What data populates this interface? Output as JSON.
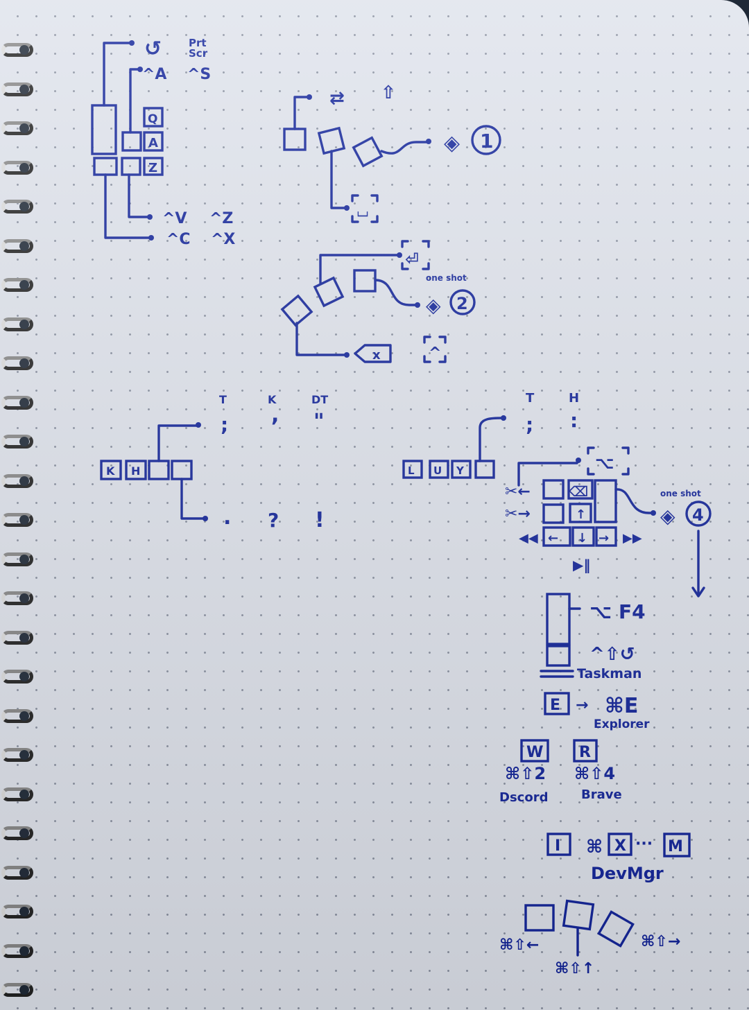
{
  "labels": {
    "undo": "↺",
    "prtscr_1": "Prt",
    "prtscr_2": "Scr",
    "ctrl_a": "^A",
    "ctrl_s": "^S",
    "key_q": "Q",
    "key_a": "A",
    "key_z": "Z",
    "ctrl_v": "^V",
    "ctrl_z": "^Z",
    "ctrl_c": "^C",
    "ctrl_x": "^X",
    "tab_icon": "⇄",
    "shift_icon": "⇧",
    "layer_one": "1",
    "enter_icon": "⏎",
    "oneshot_1": "one shot",
    "layer_two": "2",
    "backspace_x": "x",
    "caret": "^",
    "tap_t": "T",
    "tap_k": "K",
    "tap_dt": "DT",
    "semicolon": ";",
    "comma": ",",
    "dquote": "\"",
    "key_k": "K",
    "key_h": "H",
    "period": ".",
    "question": "?",
    "exclaim": "!",
    "tap_t2": "T",
    "tap_h2": "H",
    "semicolon2": ";",
    "colon": ":",
    "key_l": "L",
    "key_u": "U",
    "key_y": "Y",
    "opt_icon": "⌥",
    "oneshot_2": "one shot",
    "layer_four": "4",
    "rewind": "◀◀",
    "ffwd": "▶▶",
    "playpause": "▶‖",
    "opt_f4": "⌥ F4",
    "ctrl_shift_undo": "^⇧↺",
    "taskman": "Taskman",
    "key_e": "E",
    "arrow": "→",
    "cmd_e": "⌘E",
    "explorer": "Explorer",
    "key_w": "W",
    "key_r": "R",
    "cmd_shift_2": "⌘⇧2",
    "cmd_shift_4": "⌘⇧4",
    "discord": "Dscord",
    "brave": "Brave",
    "key_i": "I",
    "cmd_x": "⌘",
    "key_x": "X",
    "ellipsis": "···",
    "key_m": "M",
    "devmgr": "DevMgr",
    "cmd_shift_left": "⌘⇧←",
    "cmd_shift_up": "⌘⇧↑",
    "cmd_shift_right": "⌘⇧→"
  },
  "colors": {
    "ink": "#12249a",
    "paper": "#dfe3ec"
  }
}
